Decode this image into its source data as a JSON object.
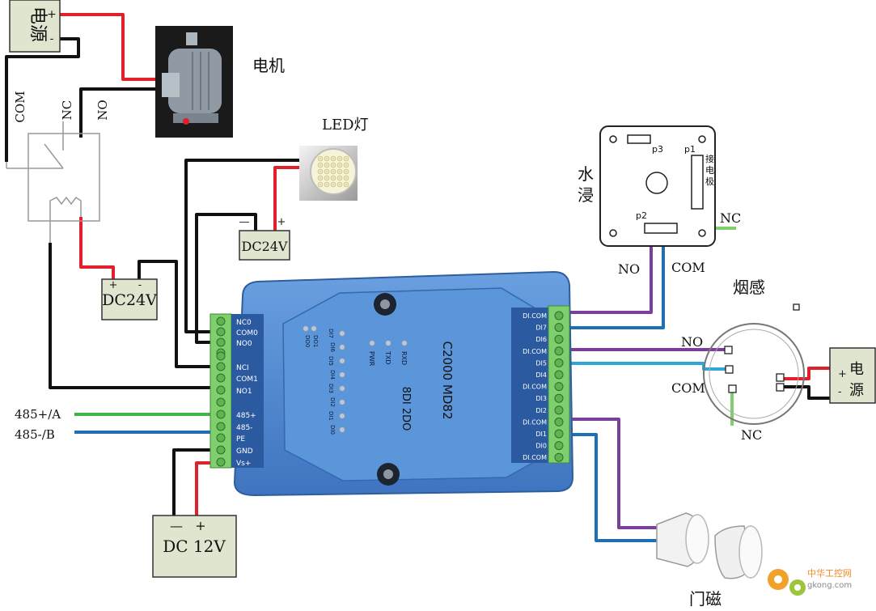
{
  "colors": {
    "red": "#e0202a",
    "black": "#111111",
    "green": "#3cb44a",
    "blue": "#1f6fb5",
    "purple": "#7a3f9a",
    "box_fill": "#dfe5cf",
    "module_blue": "#4e86cf",
    "terminal_green": "#7fcf6f"
  },
  "power_top": {
    "label": "电源",
    "plus": "+",
    "minus": "-"
  },
  "motor": {
    "label": "电机"
  },
  "relay": {
    "com": "COM",
    "nc": "NC",
    "no": "NO"
  },
  "dc24_left": {
    "label": "DC24V",
    "plus": "+",
    "minus": "-"
  },
  "led": {
    "label": "LED灯"
  },
  "dc24_led": {
    "label": "DC24V",
    "plus": "+",
    "minus": "—"
  },
  "dc12": {
    "label": "DC  12V",
    "plus": "+",
    "minus": "—"
  },
  "rs485": {
    "a": "485+/A",
    "b": "485-/B"
  },
  "module": {
    "model": "C2000 MD82",
    "io": "8DI 2DO",
    "left_terminals": [
      "NC0",
      "COM0",
      "NO0",
      "NCI",
      "COM1",
      "NO1",
      "485+",
      "485-",
      "PE",
      "GND",
      "Vs+"
    ],
    "right_terminals": [
      "DI.COM",
      "DI7",
      "DI6",
      "DI.COM",
      "DI5",
      "DI4",
      "DI.COM",
      "DI3",
      "DI2",
      "DI.COM",
      "DI1",
      "DI0",
      "DI.COM"
    ],
    "leds_do": [
      "DO0",
      "DO1"
    ],
    "leds_di": [
      "DI7",
      "DI6",
      "DI5",
      "DI4",
      "DI3",
      "DI2",
      "DI1",
      "DI0"
    ],
    "leds_status": [
      "PWR",
      "TXD",
      "RXD"
    ]
  },
  "water": {
    "label_1": "水",
    "label_2": "浸",
    "p1": "p1",
    "p2": "p2",
    "p3": "p3",
    "side_1": "接",
    "side_2": "电",
    "side_3": "极",
    "nc": "NC",
    "no": "NO",
    "com": "COM"
  },
  "smoke": {
    "label": "烟感",
    "no": "NO",
    "com": "COM",
    "nc": "NC"
  },
  "power_right": {
    "label_1": "电",
    "label_2": "源",
    "plus": "+",
    "minus": "-"
  },
  "door": {
    "label": "门磁"
  },
  "watermark": {
    "text_1": "中华工控网",
    "text_2": "gkong.com"
  }
}
